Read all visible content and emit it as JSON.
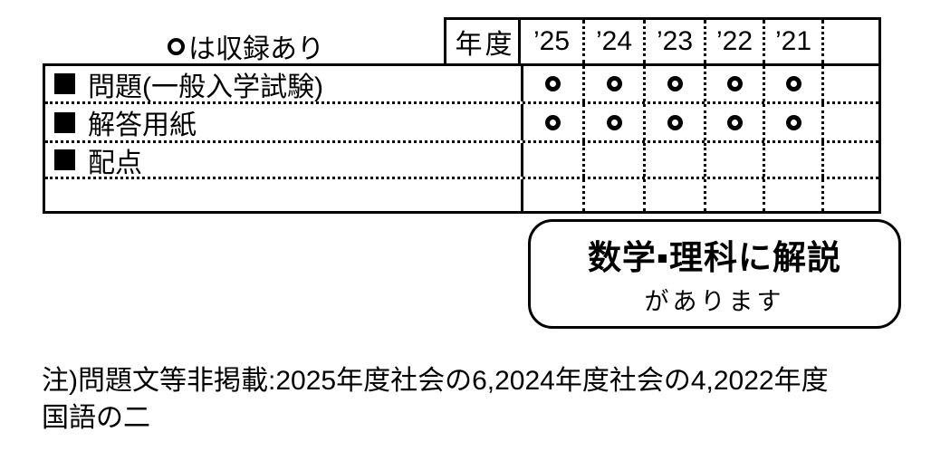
{
  "colors": {
    "ink": "#000000",
    "background": "#ffffff"
  },
  "legend": {
    "symbol": "〇",
    "text": "は収録あり"
  },
  "header": {
    "year_label": "年度",
    "years": [
      "’25",
      "’24",
      "’23",
      "’22",
      "’21",
      ""
    ]
  },
  "table": {
    "mark_symbol": "〇",
    "rows": [
      {
        "bullet": "■",
        "label": "問題(一般入学試験)",
        "marks": [
          1,
          1,
          1,
          1,
          1,
          0
        ]
      },
      {
        "bullet": "■",
        "label": "解答用紙",
        "marks": [
          1,
          1,
          1,
          1,
          1,
          0
        ]
      },
      {
        "bullet": "■",
        "label": "配点",
        "marks": [
          0,
          0,
          0,
          0,
          0,
          0
        ]
      },
      {
        "bullet": "",
        "label": "",
        "marks": [
          0,
          0,
          0,
          0,
          0,
          0
        ]
      }
    ]
  },
  "callout": {
    "line1": "数学▪理科に解説",
    "line2": "があります"
  },
  "note": {
    "line1": "注)問題文等非掲載:2025年度社会の6,2024年度社会の4,2022年度",
    "line2": "国語の二"
  }
}
